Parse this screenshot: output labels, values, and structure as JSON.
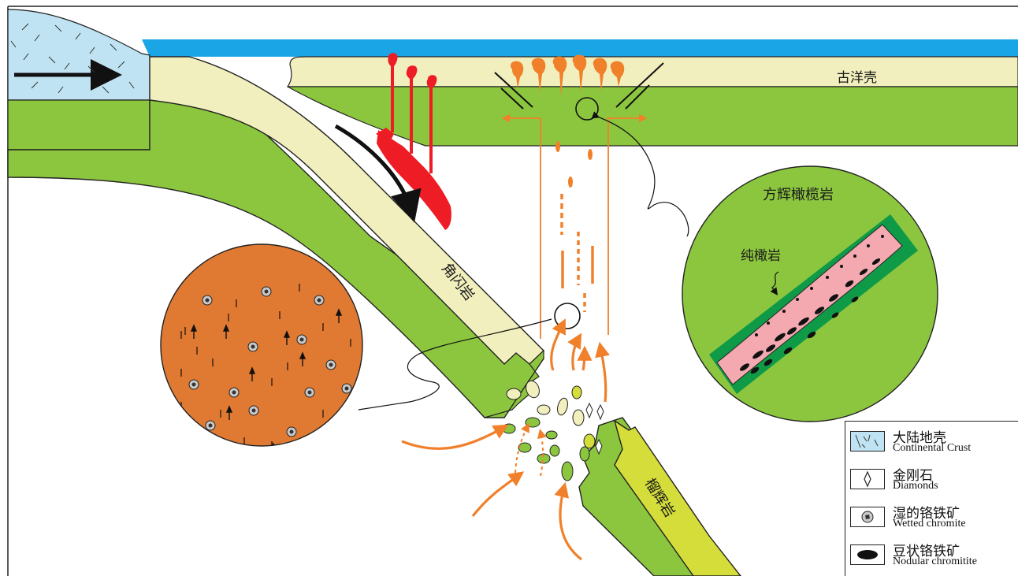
{
  "labels": {
    "ancient_oceanic_crust": "古洋壳",
    "harzburgite": "方辉橄榄岩",
    "dunite": "纯橄岩",
    "amphibolite": "角闪岩",
    "eclogite": "榴辉岩"
  },
  "legend": {
    "items": [
      {
        "zh": "大陆地壳",
        "en": "Continental Crust",
        "icon": "continental-crust-swatch"
      },
      {
        "zh": "金刚石",
        "en": "Diamonds",
        "icon": "diamond-icon"
      },
      {
        "zh": "湿的铬铁矿",
        "en": "Wetted chromite",
        "icon": "wetted-chromite-icon"
      },
      {
        "zh": "豆状铬铁矿",
        "en": "Nodular chromitite",
        "icon": "nodular-chromitite-icon"
      }
    ]
  },
  "colors": {
    "ocean": "#1aa6e6",
    "oceanic_crust": "#f2efbe",
    "mantle_green": "#8cc63f",
    "continental_crust": "#bfe3f2",
    "melt_red": "#ee1c24",
    "fluid_orange": "#f0802a",
    "inset_orange": "#e07a32",
    "eclogite_yellow": "#d4dd3a",
    "dunite_pink": "#f4a8b0",
    "dark_green": "#0f9a48"
  }
}
